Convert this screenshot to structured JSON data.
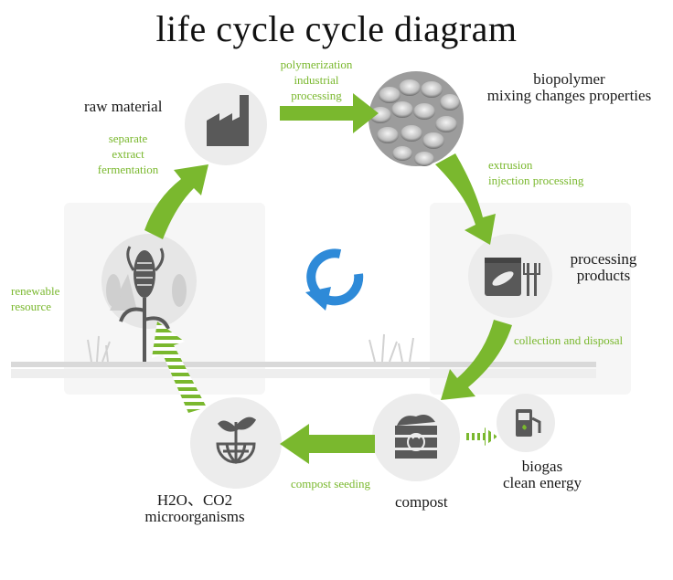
{
  "title": "life cycle cycle diagram",
  "colors": {
    "accent_green": "#7ab82e",
    "arrow_blue": "#2e8ad8",
    "node_fill": "#ececec",
    "icon_gray": "#595959"
  },
  "nodes": {
    "raw_material": {
      "label": "raw material",
      "icon": "factory-icon"
    },
    "biopolymer": {
      "label_lines": [
        "biopolymer",
        "mixing changes properties"
      ],
      "icon": "pellets-image"
    },
    "processing_products": {
      "label_lines": [
        "processing",
        "products"
      ],
      "icon": "package-utensils-icon"
    },
    "compost": {
      "label": "compost",
      "icon": "compost-bin-icon"
    },
    "h2o_co2": {
      "label_lines": [
        "H2O、CO2",
        "microorganisms"
      ],
      "icon": "globe-sprout-icon"
    },
    "renewable": {
      "icon": "corn-plant-icon"
    },
    "biogas": {
      "label_lines": [
        "biogas",
        "clean energy"
      ],
      "icon": "fuel-pump-icon"
    }
  },
  "steps": {
    "polymerization": [
      "polymerization",
      "industrial",
      "processing"
    ],
    "extrusion": [
      "extrusion",
      "injection processing"
    ],
    "collection": "collection and disposal",
    "compost_seeding": "compost seeding",
    "renewable_resource": [
      "renewable",
      "resource"
    ],
    "separate": [
      "separate",
      "extract",
      "fermentation"
    ]
  },
  "center_icon": "refresh-icon"
}
